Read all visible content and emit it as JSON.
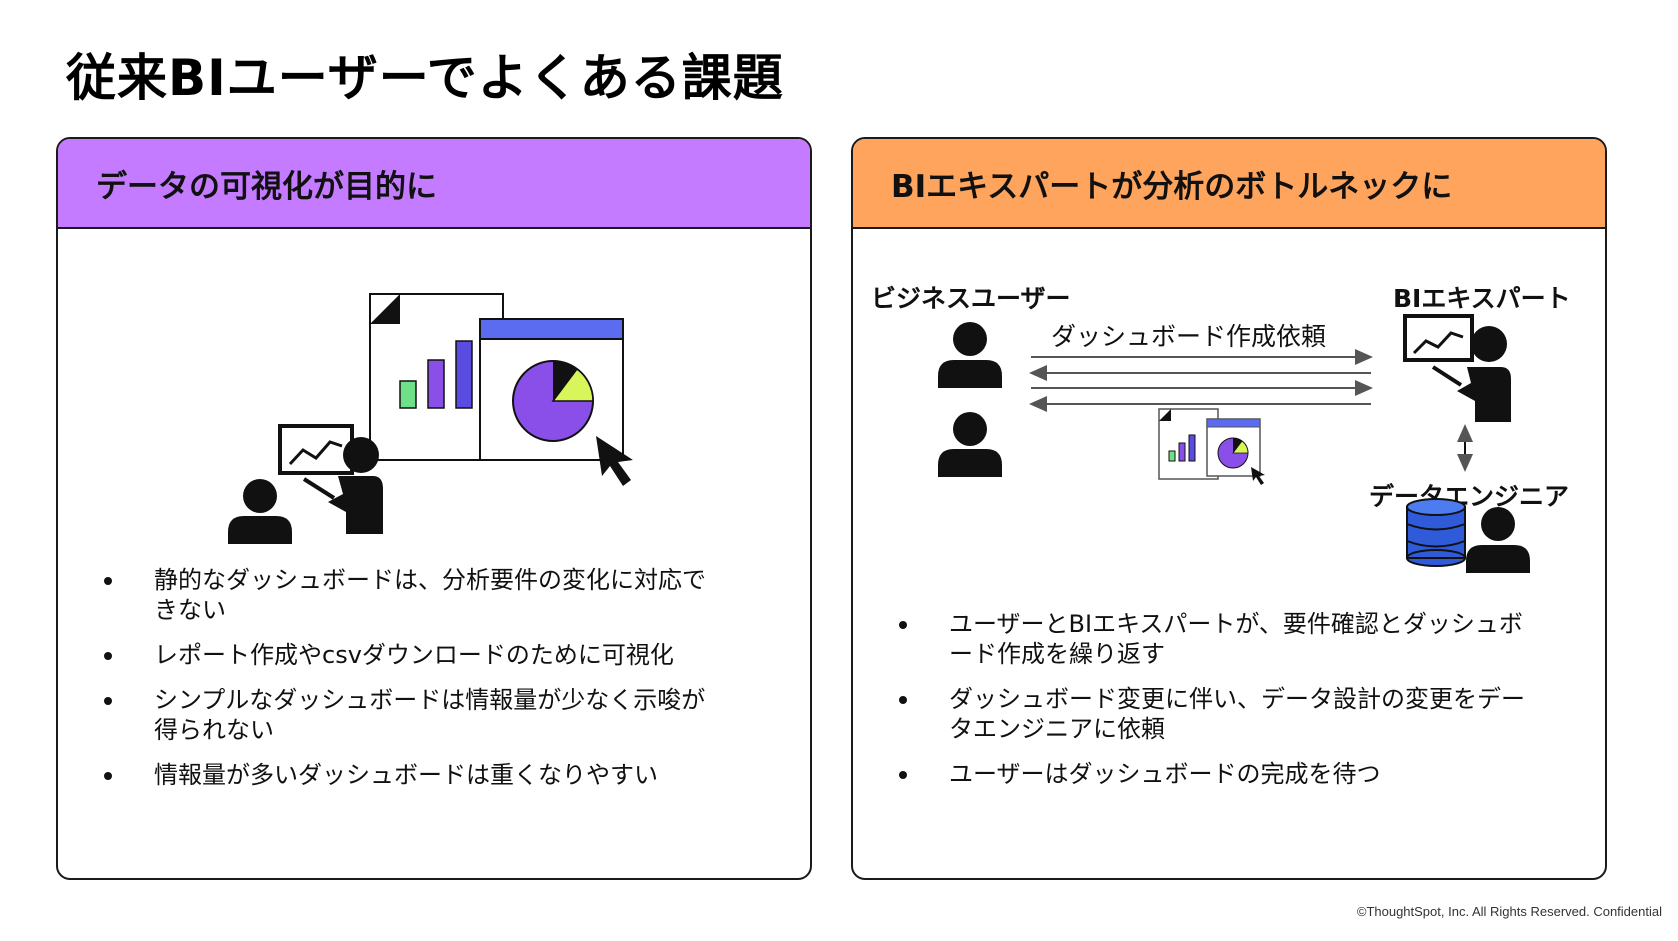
{
  "title": "従来BIユーザーでよくある課題",
  "left_panel": {
    "header": "データの可視化が目的に",
    "header_color": "#c57bff",
    "bullets": [
      "静的なダッシュボードは、分析要件の変化に対応できない",
      "レポート作成やcsvダウンロードのために可視化",
      "シンプルなダッシュボードは情報量が少なく示唆が得られない",
      "情報量が多いダッシュボードは重くなりやすい"
    ]
  },
  "right_panel": {
    "header": "BIエキスパートが分析のボトルネックに",
    "header_color": "#ffa45c",
    "diagram": {
      "business_users_label": "ビジネスユーザー",
      "request_label": "ダッシュボード作成依頼",
      "bi_expert_label": "BIエキスパート",
      "data_engineer_label": "データエンジニア"
    },
    "bullets": [
      "ユーザーとBIエキスパートが、要件確認とダッシュボード作成を繰り返す",
      "ダッシュボード変更に伴い、データ設計の変更をデータエンジニアに依頼",
      "ユーザーはダッシュボードの完成を待つ"
    ]
  },
  "colors": {
    "chart_purple": "#8a4fe8",
    "chart_blue": "#5a4ce0",
    "chart_green": "#6ee087",
    "chart_lime": "#d8f55a",
    "window_bar": "#5b6cf0",
    "db_blue": "#2f5bd8"
  },
  "icons": [
    "person-icon",
    "presenter-icon",
    "document-icon",
    "dashboard-window-icon",
    "pie-chart-icon",
    "cursor-icon",
    "database-icon"
  ],
  "footer": "©ThoughtSpot, Inc. All Rights Reserved. Confidential"
}
